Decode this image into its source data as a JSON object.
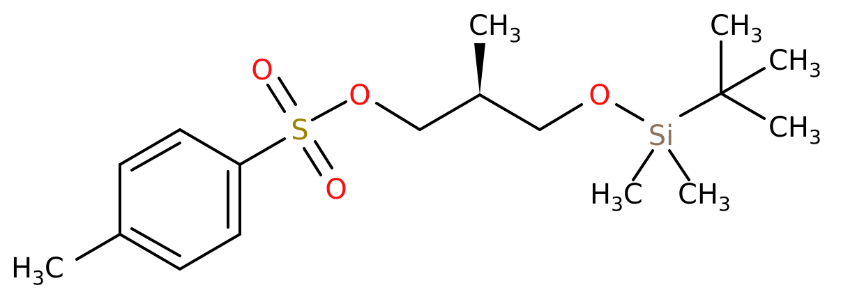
{
  "colors": {
    "bond": "#000000",
    "oxygen": "#ff0d0d",
    "sulfur": "#9b8200",
    "silicon": "#8c7560",
    "carbon": "#000000"
  },
  "atoms": {
    "o_double_top": {
      "element": "O",
      "color": "oxygen"
    },
    "o_double_bottom": {
      "element": "O",
      "color": "oxygen"
    },
    "s": {
      "element": "S",
      "color": "sulfur"
    },
    "o_ester": {
      "element": "O",
      "color": "oxygen"
    },
    "o_ether": {
      "element": "O",
      "color": "oxygen"
    },
    "si": {
      "element": "Si",
      "color": "silicon"
    },
    "ch3_stereo": {
      "main": "CH",
      "sub": "3",
      "color": "carbon"
    },
    "ch3_tbu_top": {
      "main": "CH",
      "sub": "3",
      "color": "carbon"
    },
    "ch3_tbu_right_top": {
      "main": "CH",
      "sub": "3",
      "color": "carbon"
    },
    "ch3_tbu_right_bottom": {
      "main": "CH",
      "sub": "3",
      "color": "carbon"
    },
    "h3c_si_left": {
      "prefix": "H",
      "sub": "3",
      "suffix": "C",
      "color": "carbon"
    },
    "ch3_si_right": {
      "main": "CH",
      "sub": "3",
      "color": "carbon"
    },
    "h3c_aryl": {
      "prefix": "H",
      "sub": "3",
      "suffix": "C",
      "color": "carbon"
    }
  }
}
